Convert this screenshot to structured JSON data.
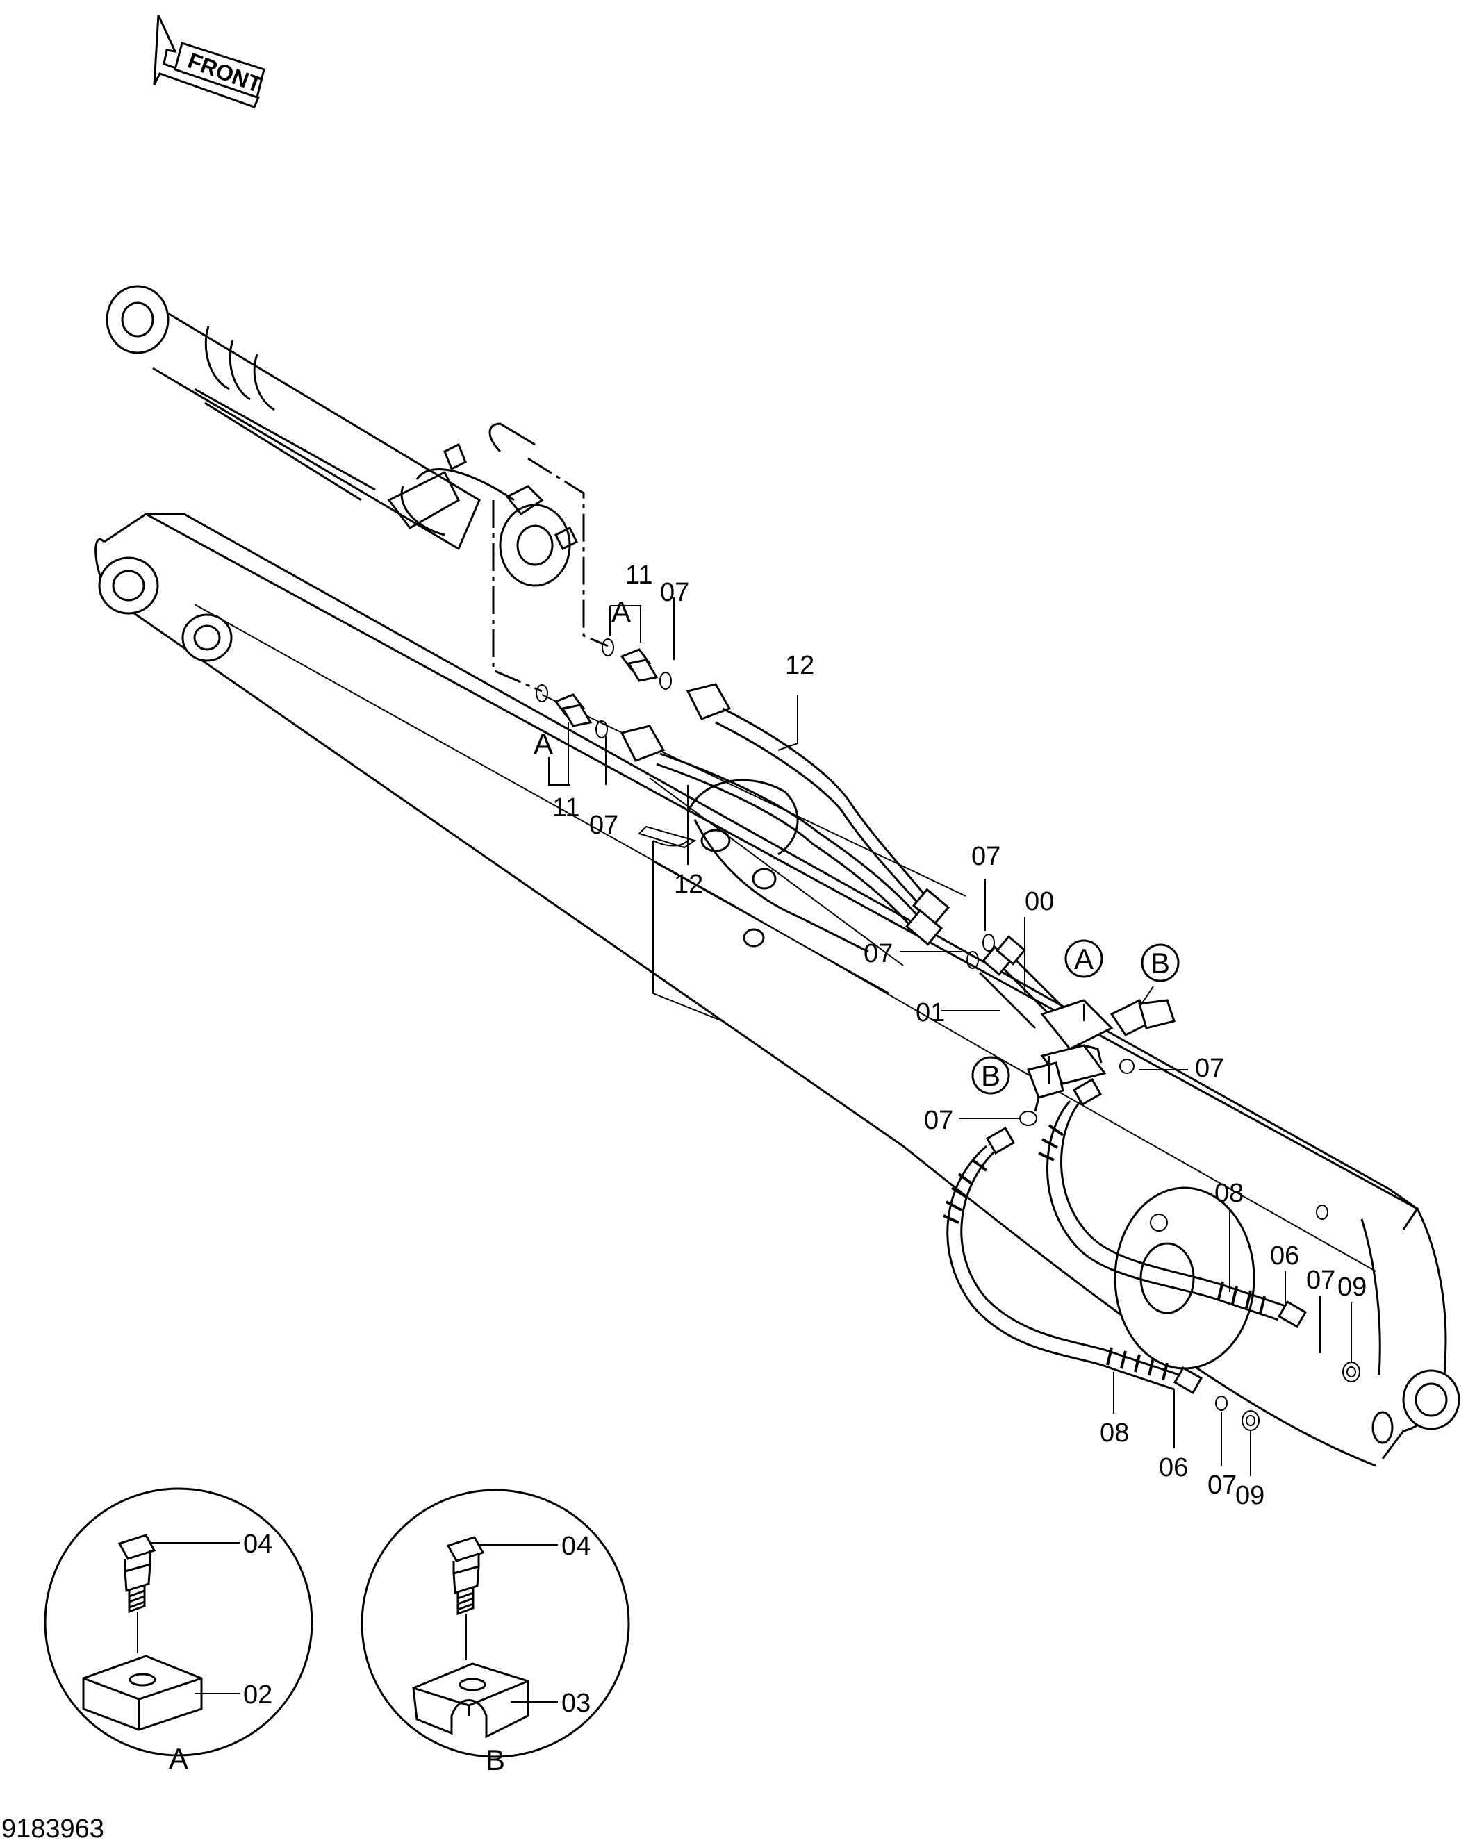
{
  "diagram_id": "9183963",
  "front_label": "FRONT",
  "parts": {
    "p00": "00",
    "p01": "01",
    "p02": "02",
    "p03": "03",
    "p04": "04",
    "p06": "06",
    "p07": "07",
    "p08": "08",
    "p09": "09",
    "p11": "11",
    "p12": "12"
  },
  "markers": {
    "a": "A",
    "b": "B"
  },
  "details": {
    "a_caption": "A",
    "b_caption": "B"
  }
}
